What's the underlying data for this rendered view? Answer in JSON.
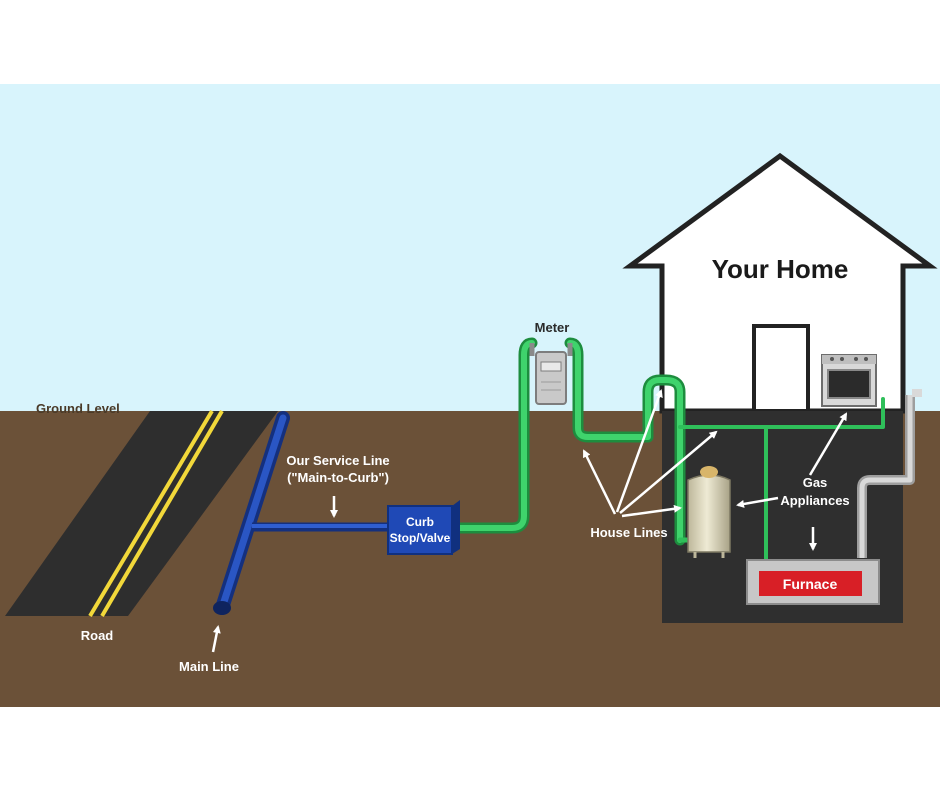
{
  "labels": {
    "home": "Your Home",
    "meter": "Meter",
    "ground_level": "Ground Level",
    "service_line_1": "Our Service Line",
    "service_line_2": "(\"Main-to-Curb\")",
    "curb_1": "Curb",
    "curb_2": "Stop/Valve",
    "house_lines": "House Lines",
    "gas_1": "Gas",
    "gas_2": "Appliances",
    "furnace": "Furnace",
    "road": "Road",
    "main_line": "Main Line"
  },
  "colors": {
    "sky": "#d8f4fc",
    "ground": "#6b5138",
    "basement": "#2f2f2f",
    "road": "#2e2e2e",
    "road_stripe": "#f2d83a",
    "main_pipe": "#1b3fa0",
    "house_pipe": "#2fbf5a",
    "furnace_red": "#d81f26",
    "house_wall": "#ffffff"
  },
  "icons": [
    "gas-meter-icon",
    "stove-icon",
    "water-heater-icon",
    "furnace-icon",
    "curb-valve-icon"
  ]
}
